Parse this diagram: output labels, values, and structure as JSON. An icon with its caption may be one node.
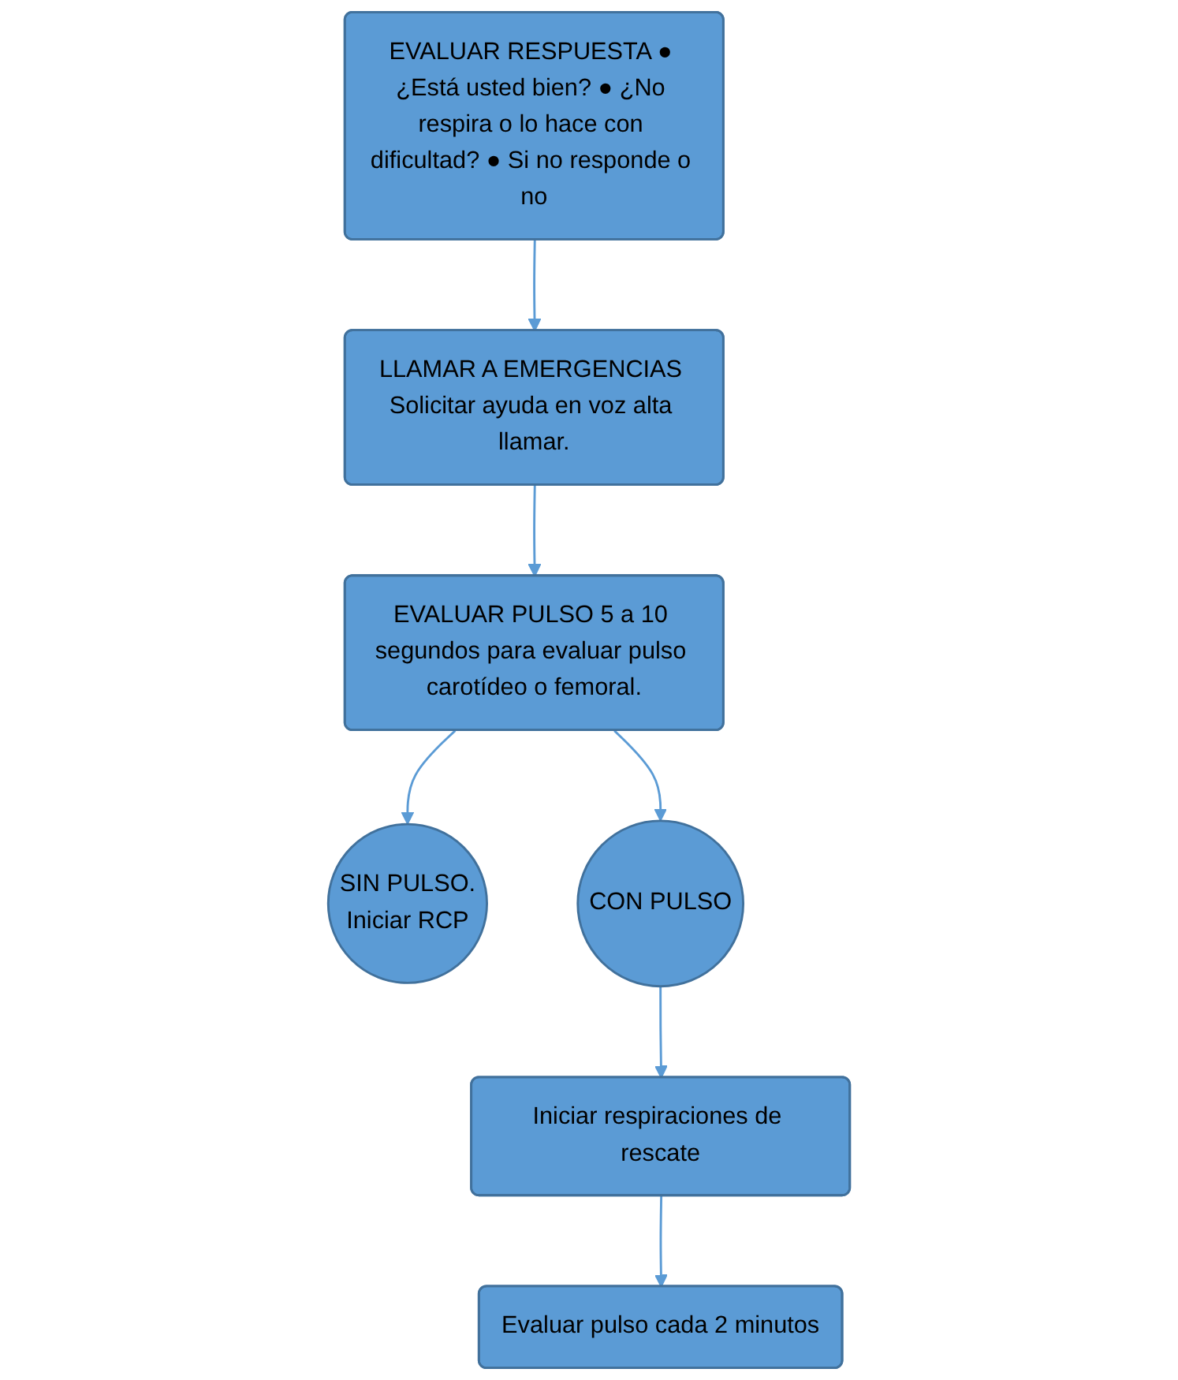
{
  "diagram": {
    "nodes": [
      {
        "text": [
          "EVALUAR RESPUESTA ● ¿Está usted bien? ● ¿No respira o lo hace con dificultad? ● Si no responde o no"
        ]
      },
      {
        "text": [
          "LLAMAR A EMERGENCIAS Solicitar ayuda en voz alta llamar."
        ]
      },
      {
        "text": [
          "EVALUAR PULSO 5 a 10 segundos para evaluar pulso carotídeo o femoral."
        ]
      },
      {
        "text": [
          "SIN PULSO.",
          "Iniciar RCP"
        ]
      },
      {
        "text": [
          "CON PULSO"
        ]
      },
      {
        "text": [
          "Iniciar respiraciones de rescate"
        ]
      },
      {
        "text": [
          "Evaluar pulso cada 2 minutos"
        ]
      }
    ],
    "edges": [
      {
        "from": 0,
        "to": 1,
        "arrow": "to"
      },
      {
        "from": 1,
        "to": 2,
        "arrow": "to"
      },
      {
        "from": 2,
        "to": 3,
        "arrow": "to"
      },
      {
        "from": 2,
        "to": 4,
        "arrow": "to"
      },
      {
        "from": 4,
        "to": 5,
        "arrow": "to"
      },
      {
        "from": 5,
        "to": 6,
        "arrow": "to"
      }
    ]
  }
}
